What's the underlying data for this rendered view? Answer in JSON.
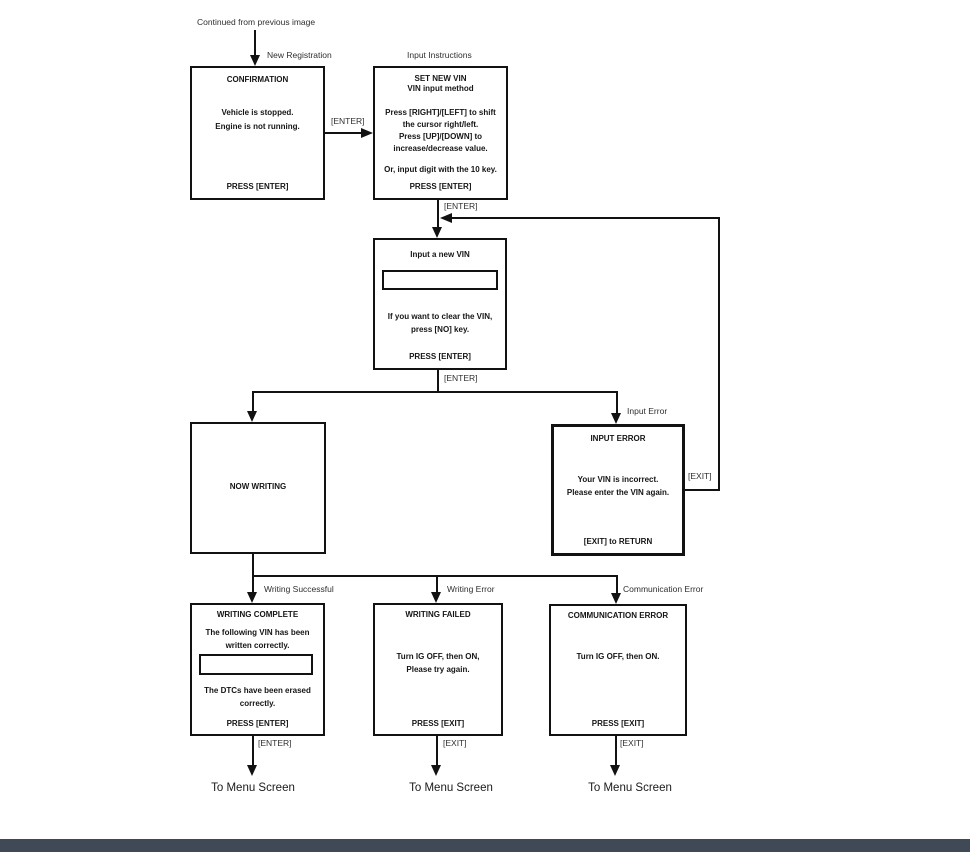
{
  "page": {
    "continued_label": "Continued from previous image",
    "footer_color": "#404a57",
    "line_color": "#121212"
  },
  "labels": {
    "new_registration": "New Registration",
    "input_instructions": "Input Instructions",
    "enter_1": "[ENTER]",
    "enter_2": "[ENTER]",
    "enter_3": "[ENTER]",
    "enter_4": "[ENTER]",
    "exit_return_loop": "[EXIT]",
    "input_error": "Input Error",
    "writing_successful": "Writing Successful",
    "writing_error": "Writing Error",
    "communication_error": "Communication Error",
    "exit_1": "[EXIT]",
    "exit_2": "[EXIT]"
  },
  "boxes": {
    "confirmation": {
      "title": "CONFIRMATION",
      "line1": "Vehicle is stopped.",
      "line2": "Engine is not running.",
      "footer": "PRESS [ENTER]"
    },
    "set_new_vin": {
      "title1": "SET NEW VIN",
      "title2": "VIN input method",
      "line1": "Press [RIGHT]/[LEFT] to shift",
      "line2": "the cursor right/left.",
      "line3": "Press [UP]/[DOWN] to",
      "line4": "increase/decrease value.",
      "line5": "Or, input digit with the 10 key.",
      "footer": "PRESS [ENTER]"
    },
    "input_vin": {
      "title": "Input a new VIN",
      "vin_field_value": "",
      "line1": "If you want to clear the VIN,",
      "line2": "press [NO] key.",
      "footer": "PRESS [ENTER]"
    },
    "now_writing": {
      "title": "NOW WRITING"
    },
    "input_error": {
      "title": "INPUT ERROR",
      "line1": "Your VIN is incorrect.",
      "line2": "Please enter the VIN again.",
      "footer": "[EXIT] to RETURN"
    },
    "writing_complete": {
      "title": "WRITING COMPLETE",
      "line1": "The following VIN has been",
      "line2": "written correctly.",
      "vin_field_value": "",
      "line3": "The DTCs have been erased",
      "line4": "correctly.",
      "footer": "PRESS [ENTER]"
    },
    "writing_failed": {
      "title": "WRITING FAILED",
      "line1": "Turn IG OFF, then ON,",
      "line2": "Please try again.",
      "footer": "PRESS [EXIT]"
    },
    "communication_error": {
      "title": "COMMUNICATION ERROR",
      "line1": "Turn IG OFF, then ON.",
      "footer": "PRESS [EXIT]"
    }
  },
  "endpoints": {
    "to_menu_1": "To Menu Screen",
    "to_menu_2": "To Menu Screen",
    "to_menu_3": "To Menu Screen"
  }
}
